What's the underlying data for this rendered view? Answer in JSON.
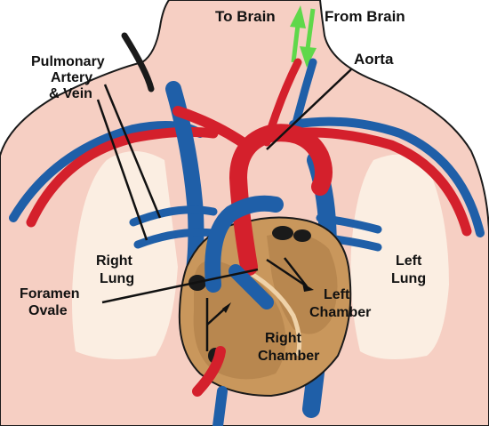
{
  "labels": {
    "to_brain": "To Brain",
    "from_brain": "From Brain",
    "aorta": "Aorta",
    "pulmonary_1": "Pulmonary",
    "pulmonary_2": "Artery",
    "pulmonary_3": "& Vein",
    "right_lung_1": "Right",
    "right_lung_2": "Lung",
    "left_lung_1": "Left",
    "left_lung_2": "Lung",
    "foramen_1": "Foramen",
    "foramen_2": "Ovale",
    "left_chamber_1": "Left",
    "left_chamber_2": "Chamber",
    "right_chamber_1": "Right",
    "right_chamber_2": "Chamber"
  },
  "colors": {
    "skin": "#f6cfc3",
    "lung": "#fbeee2",
    "artery_red": "#d4202c",
    "vein_blue": "#1f5fa8",
    "heart": "#c9975c",
    "heart_inner": "#a97a45",
    "arrow_green": "#5fd84a",
    "outline": "#1a1a1a"
  }
}
